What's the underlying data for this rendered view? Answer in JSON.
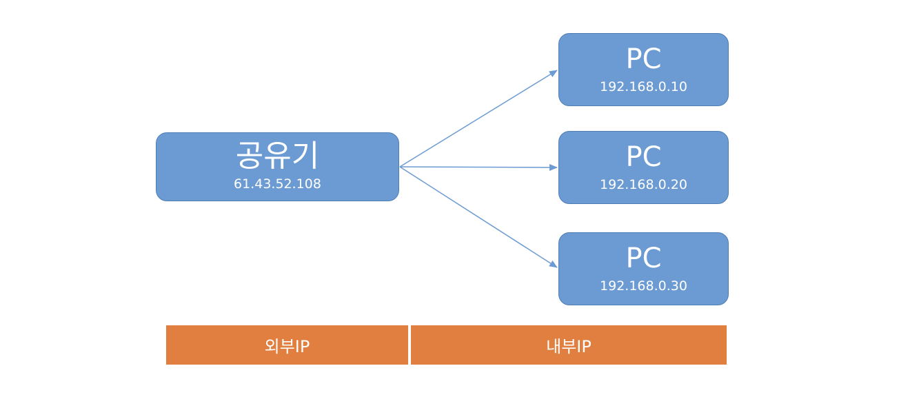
{
  "router": {
    "label": "공유기",
    "ip": "61.43.52.108"
  },
  "pcs": [
    {
      "label": "PC",
      "ip": "192.168.0.10"
    },
    {
      "label": "PC",
      "ip": "192.168.0.20"
    },
    {
      "label": "PC",
      "ip": "192.168.0.30"
    }
  ],
  "bands": {
    "external": "외부IP",
    "internal": "내부IP"
  },
  "colors": {
    "node_fill": "#6b9bd2",
    "node_border": "#4e7db4",
    "connector": "#6b9bd2",
    "band_fill": "#e07f3f"
  }
}
